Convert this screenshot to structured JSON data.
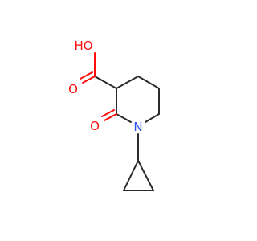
{
  "molecule": {
    "atoms": {
      "hydroxyl_oxygen": {
        "label": "HO",
        "color": "#ff0d0d"
      },
      "carbonyl_oxygen_acid": {
        "label": "O",
        "color": "#ff0d0d"
      },
      "carbonyl_oxygen_lactam": {
        "label": "O",
        "color": "#ff0d0d"
      },
      "ring_nitrogen": {
        "label": "N",
        "color": "#3050f8"
      }
    },
    "bond_color": "#2b2b2b"
  }
}
